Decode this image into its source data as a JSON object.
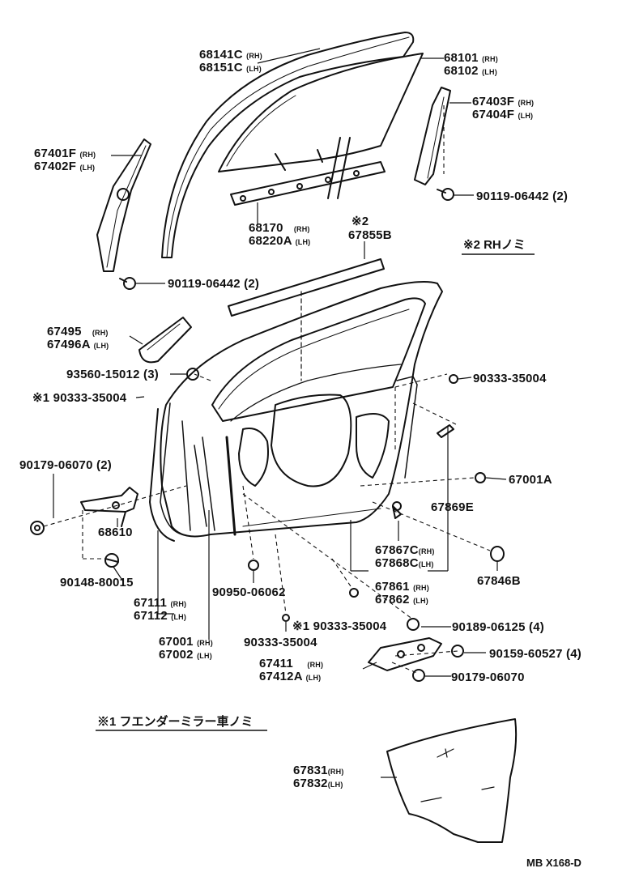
{
  "diagram_code": "MB X168-D",
  "parts": {
    "vent_channel_front": {
      "rh": "68141C",
      "lh": "68151C",
      "rh_tag": "(RH)",
      "lh_tag": "(LH)"
    },
    "door_glass": {
      "rh": "68101",
      "lh": "68102",
      "rh_tag": "(RH)",
      "lh_tag": "(LH)"
    },
    "rear_channel": {
      "rh": "67403F",
      "lh": "67404F",
      "rh_tag": "(RH)",
      "lh_tag": "(LH)"
    },
    "front_channel": {
      "rh": "67401F",
      "lh": "67402F",
      "rh_tag": "(RH)",
      "lh_tag": "(LH)"
    },
    "bolt_upper_right": {
      "part": "90119-06442",
      "qty": "(2)"
    },
    "bolt_upper_left": {
      "part": "90119-06442",
      "qty": "(2)"
    },
    "glass_channel": {
      "rh": "68170",
      "lh": "68220A",
      "rh_tag": "(RH)",
      "lh_tag": "(LH)"
    },
    "belt_moulding": {
      "mark": "※2",
      "part": "67855B"
    },
    "note_2": "※2 RHノミ",
    "corner_cover": {
      "rh": "67495",
      "lh": "67496A",
      "rh_tag": "(RH)",
      "lh_tag": "(LH)"
    },
    "clip_93560": {
      "part": "93560-15012",
      "qty": "(3)"
    },
    "clip_left_note": "※1 90333-35004",
    "clip_upper_right": "90333-35004",
    "nut_90179_top": {
      "part": "90179-06070",
      "qty": "(2)"
    },
    "check_68610": "68610",
    "plug_67001a": "67001A",
    "bolt_90148": "90148-80015",
    "weatherstrip": {
      "rh": "67111",
      "lh": "67112",
      "rh_tag": "(RH)",
      "lh_tag": "(LH)"
    },
    "door_panel": {
      "rh": "67001",
      "lh": "67002",
      "rh_tag": "(RH)",
      "lh_tag": "(LH)"
    },
    "clip_90950": "90950-06062",
    "clip_90333_bottom": "90333-35004",
    "clip_note_bottom": "※1 90333-35004",
    "seal_67869e": "67869E",
    "clip_67867": {
      "rh": "67867C",
      "lh": "67868C",
      "rh_tag": "(RH)",
      "lh_tag": "(LH)"
    },
    "hole_67846b": "67846B",
    "door_sub": {
      "rh": "67861",
      "lh": "67862",
      "rh_tag": "(RH)",
      "lh_tag": "(LH)"
    },
    "nut_90189": {
      "part": "90189-06125",
      "qty": "(4)"
    },
    "bolt_90159": {
      "part": "90159-60527",
      "qty": "(4)"
    },
    "nut_90179_bottom": "90179-06070",
    "lower_hinge": {
      "rh": "67411",
      "lh": "67412A",
      "rh_tag": "(RH)",
      "lh_tag": "(LH)"
    },
    "note_1": "※1 フエンダーミラー車ノミ",
    "service_hole_cover": {
      "rh": "67831",
      "lh": "67832",
      "rh_tag": "(RH)",
      "lh_tag": "(LH)"
    }
  }
}
